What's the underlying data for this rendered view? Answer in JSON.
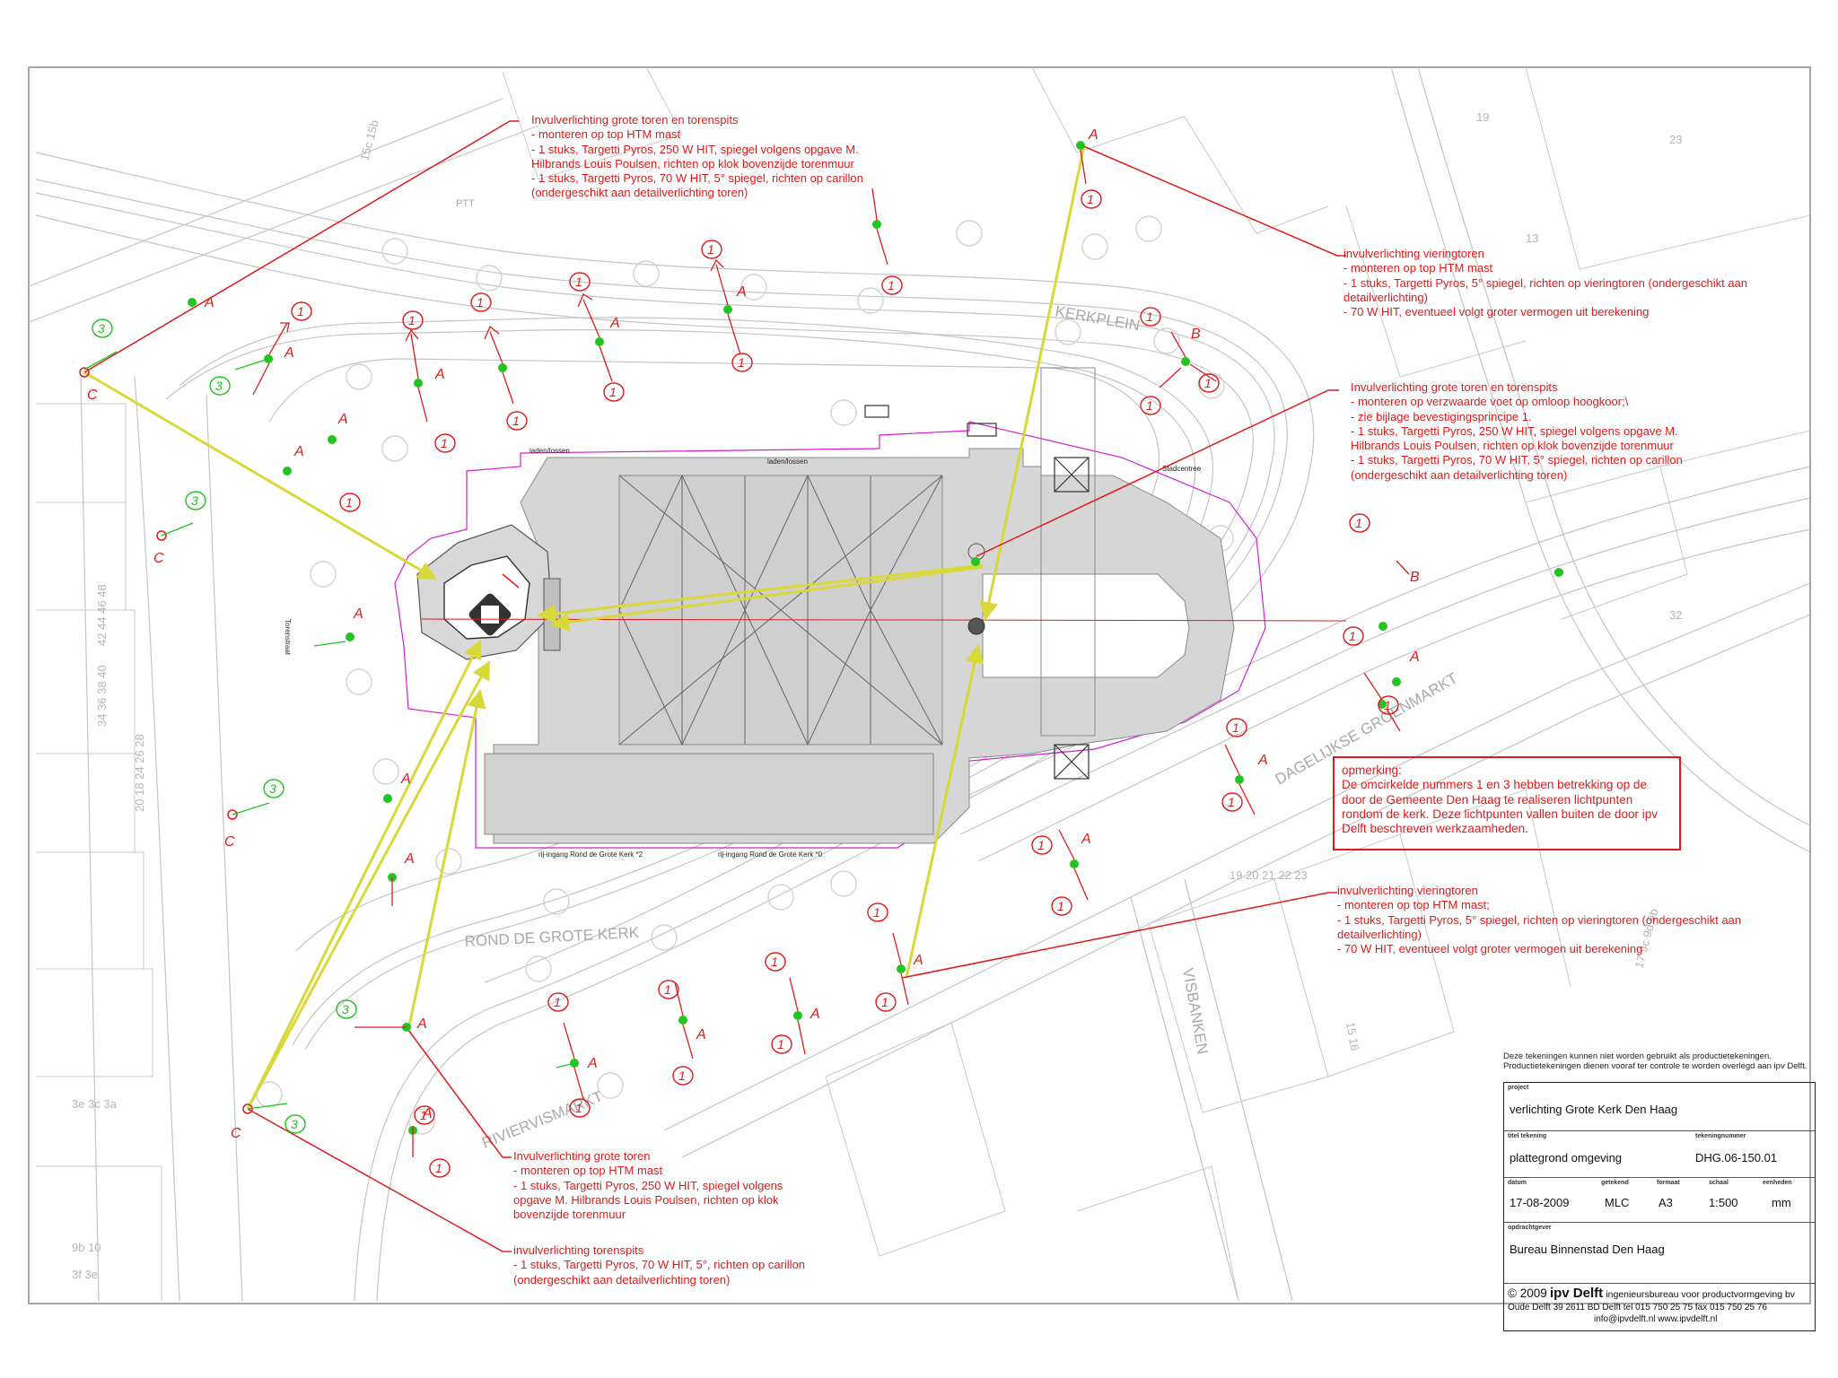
{
  "colors": {
    "background": "#ffffff",
    "base_linework": "#b9b9b9",
    "annotation_red": "#e01a1a",
    "sightline_yellow": "#d8d838",
    "pole_green": "#22c422",
    "contour_magenta": "#d21fd2",
    "roof_fill": "#d4d4d4"
  },
  "street_labels": {
    "kerkplein": "KERKPLEIN",
    "rond_de_grote_kerk": "ROND DE GROTE KERK",
    "dagelijkse_groenmarkt": "DAGELIJKSE GROENMARKT",
    "riviervismarkt": "RIVIERVISMARKT",
    "visbanken": "VISBANKEN",
    "torenstraat": "Torenstraat",
    "ptt": "PTT"
  },
  "building_labels": {
    "laden_lossen_1": "laden/lossen",
    "laden_lossen_2": "laden/lossen",
    "stadcentree": "Stadcentree",
    "entrance_2": "rij-ingang Rond de Grote Kerk *2",
    "entrance_10": "rij-ingang Rond de Grote Kerk *0"
  },
  "notes": {
    "note1": {
      "title": "Invulverlichting grote toren en torenspits",
      "lines": [
        "- monteren op top HTM mast",
        "- 1 stuks, Targetti Pyros, 250 W  HIT, spiegel volgens opgave M.",
        "Hilbrands Louis Poulsen, richten op klok bovenzijde torenmuur",
        "- 1 stuks, Targetti Pyros, 70 W HIT, 5° spiegel, richten op carillon",
        "(ondergeschikt aan detailverlichting toren)"
      ]
    },
    "note2": {
      "title": "invulverlichting vieringtoren",
      "lines": [
        "- monteren op top HTM mast",
        "- 1 stuks, Targetti Pyros,  5° spiegel, richten op vieringtoren (ondergeschikt aan",
        "detailverlichting)",
        "- 70 W HIT, eventueel volgt groter vermogen uit berekening"
      ]
    },
    "note3": {
      "title": "Invulverlichting grote toren en torenspits",
      "lines": [
        "- monteren op verzwaarde voet op omloop hoogkoor;\\",
        "- zie bijlage bevestigingsprincipe 1.",
        "- 1 stuks, Targetti Pyros, 250 W  HIT, spiegel volgens opgave M.",
        "Hilbrands Louis Poulsen, richten op klok bovenzijde torenmuur",
        "- 1 stuks, Targetti Pyros, 70 W HIT, 5° spiegel, richten op carillon",
        "(ondergeschikt aan detailverlichting toren)"
      ]
    },
    "note4": {
      "title": "invulverlichting vieringtoren",
      "lines": [
        "- monteren op top HTM mast;",
        "- 1 stuks, Targetti Pyros,  5° spiegel, richten op vieringtoren (ondergeschikt aan",
        "detailverlichting)",
        "- 70 W HIT, eventueel volgt groter vermogen uit berekening"
      ]
    },
    "note5": {
      "title": "Invulverlichting grote toren",
      "lines": [
        "- monteren op top HTM mast",
        "- 1 stuks, Targetti Pyros, 250 W  HIT, spiegel volgens",
        "opgave M. Hilbrands Louis Poulsen, richten op klok",
        "bovenzijde torenmuur"
      ]
    },
    "note6": {
      "title": "invulverlichting torenspits",
      "lines": [
        "- 1 stuks, Targetti Pyros, 70 W HIT, 5°, richten op carillon",
        "(ondergeschikt aan detailverlichting toren)"
      ]
    }
  },
  "remark": {
    "lines": [
      "opmerking:",
      "De omcirkelde nummers 1 en 3 hebben betrekking op de",
      "door de Gemeente Den Haag te realiseren lichtpunten",
      "rondom de kerk. Deze lichtpunten vallen buiten de door ipv",
      "Delft beschreven werkzaamheden."
    ]
  },
  "symbol_labels": {
    "circled_one": "1",
    "circled_three": "3",
    "mast_a": "A",
    "mast_b": "B",
    "mast_c": "C"
  },
  "title_block": {
    "disclaimer": [
      "Deze tekeningen kunnen niet worden gebruikt als productietekeningen.",
      "Productietekeningen dienen vooraf ter controle te worden overlegd aan ipv Delft."
    ],
    "project_label": "project",
    "project": "verlichting Grote Kerk Den Haag",
    "title_label": "titel tekening",
    "title": "plattegrond omgeving",
    "number_label": "tekeningnummer",
    "number": "DHG.06-150.01",
    "date_label": "datum",
    "date": "17-08-2009",
    "drawn_label": "getekend",
    "drawn": "MLC",
    "format_label": "formaat",
    "format": "A3",
    "scale_label": "schaal",
    "scale": "1:500",
    "units_label": "eenheden",
    "units": "mm",
    "client_label": "opdrachtgever",
    "client": "Bureau Binnenstad Den Haag",
    "copyright": "© 2009",
    "brand": "ipv Delft",
    "tagline": "ingenieursbureau voor productvormgeving bv",
    "address": "Oude Delft 39    2611 BD Delft   tel 015 750 25 75   fax 015 750 25 76",
    "contact": "info@ipvdelft.nl      www.ipvdelft.nl"
  }
}
